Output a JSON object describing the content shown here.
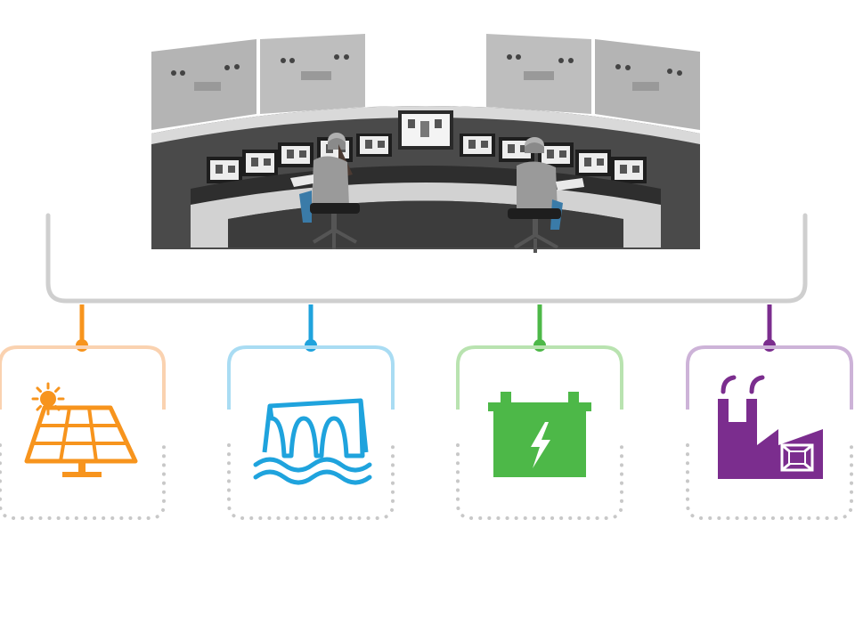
{
  "diagram": {
    "hub": {
      "name": "control-room",
      "icon": "control-room-icon"
    },
    "nodes": [
      {
        "id": "solar",
        "icon": "solar-panel-icon",
        "color": "#F7941D",
        "soft_color": "#FAD2B0"
      },
      {
        "id": "hydro",
        "icon": "hydro-dam-icon",
        "color": "#1FA3DD",
        "soft_color": "#A9DCF3"
      },
      {
        "id": "battery",
        "icon": "battery-storage-icon",
        "color": "#4DB848",
        "soft_color": "#B9E3B0"
      },
      {
        "id": "factory",
        "icon": "power-plant-factory-icon",
        "color": "#7B2D8E",
        "soft_color": "#CDB3D8"
      }
    ],
    "connector_color": "#CFCFCF",
    "dotted_color": "#C8C8C8"
  }
}
